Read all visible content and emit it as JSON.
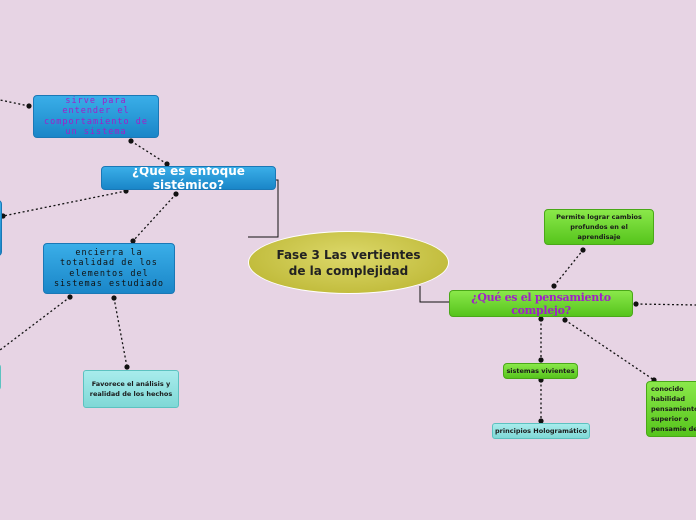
{
  "center": {
    "label_line1": "Fase 3 Las vertientes",
    "label_line2": "de la complejidad"
  },
  "left_branch": {
    "title": "¿Qué es enfoque sistémico?",
    "sirve": "sirve para entender el comportamiento de un sistema",
    "encierra": "encierra la totalidad de los elementos del sistemas estudiado",
    "favorece": "Favorece el análisis y realidad de los hechos"
  },
  "right_branch": {
    "title": "¿Qué es el pensamiento complejo?",
    "permite": "Permite lograr cambios profundos en el aprendisaje",
    "sistemas": "sistemas vivientes",
    "principios": "principios Hologramático",
    "tambien": "también conocido habilidad pensamiento superior o pensamie de alto"
  },
  "colors": {
    "background": "#e7d4e4",
    "blue": "#1a86c8",
    "green": "#56c41c",
    "teal": "#7fd8d6",
    "center": "#c8c23c",
    "purple_text": "#a020c8"
  }
}
